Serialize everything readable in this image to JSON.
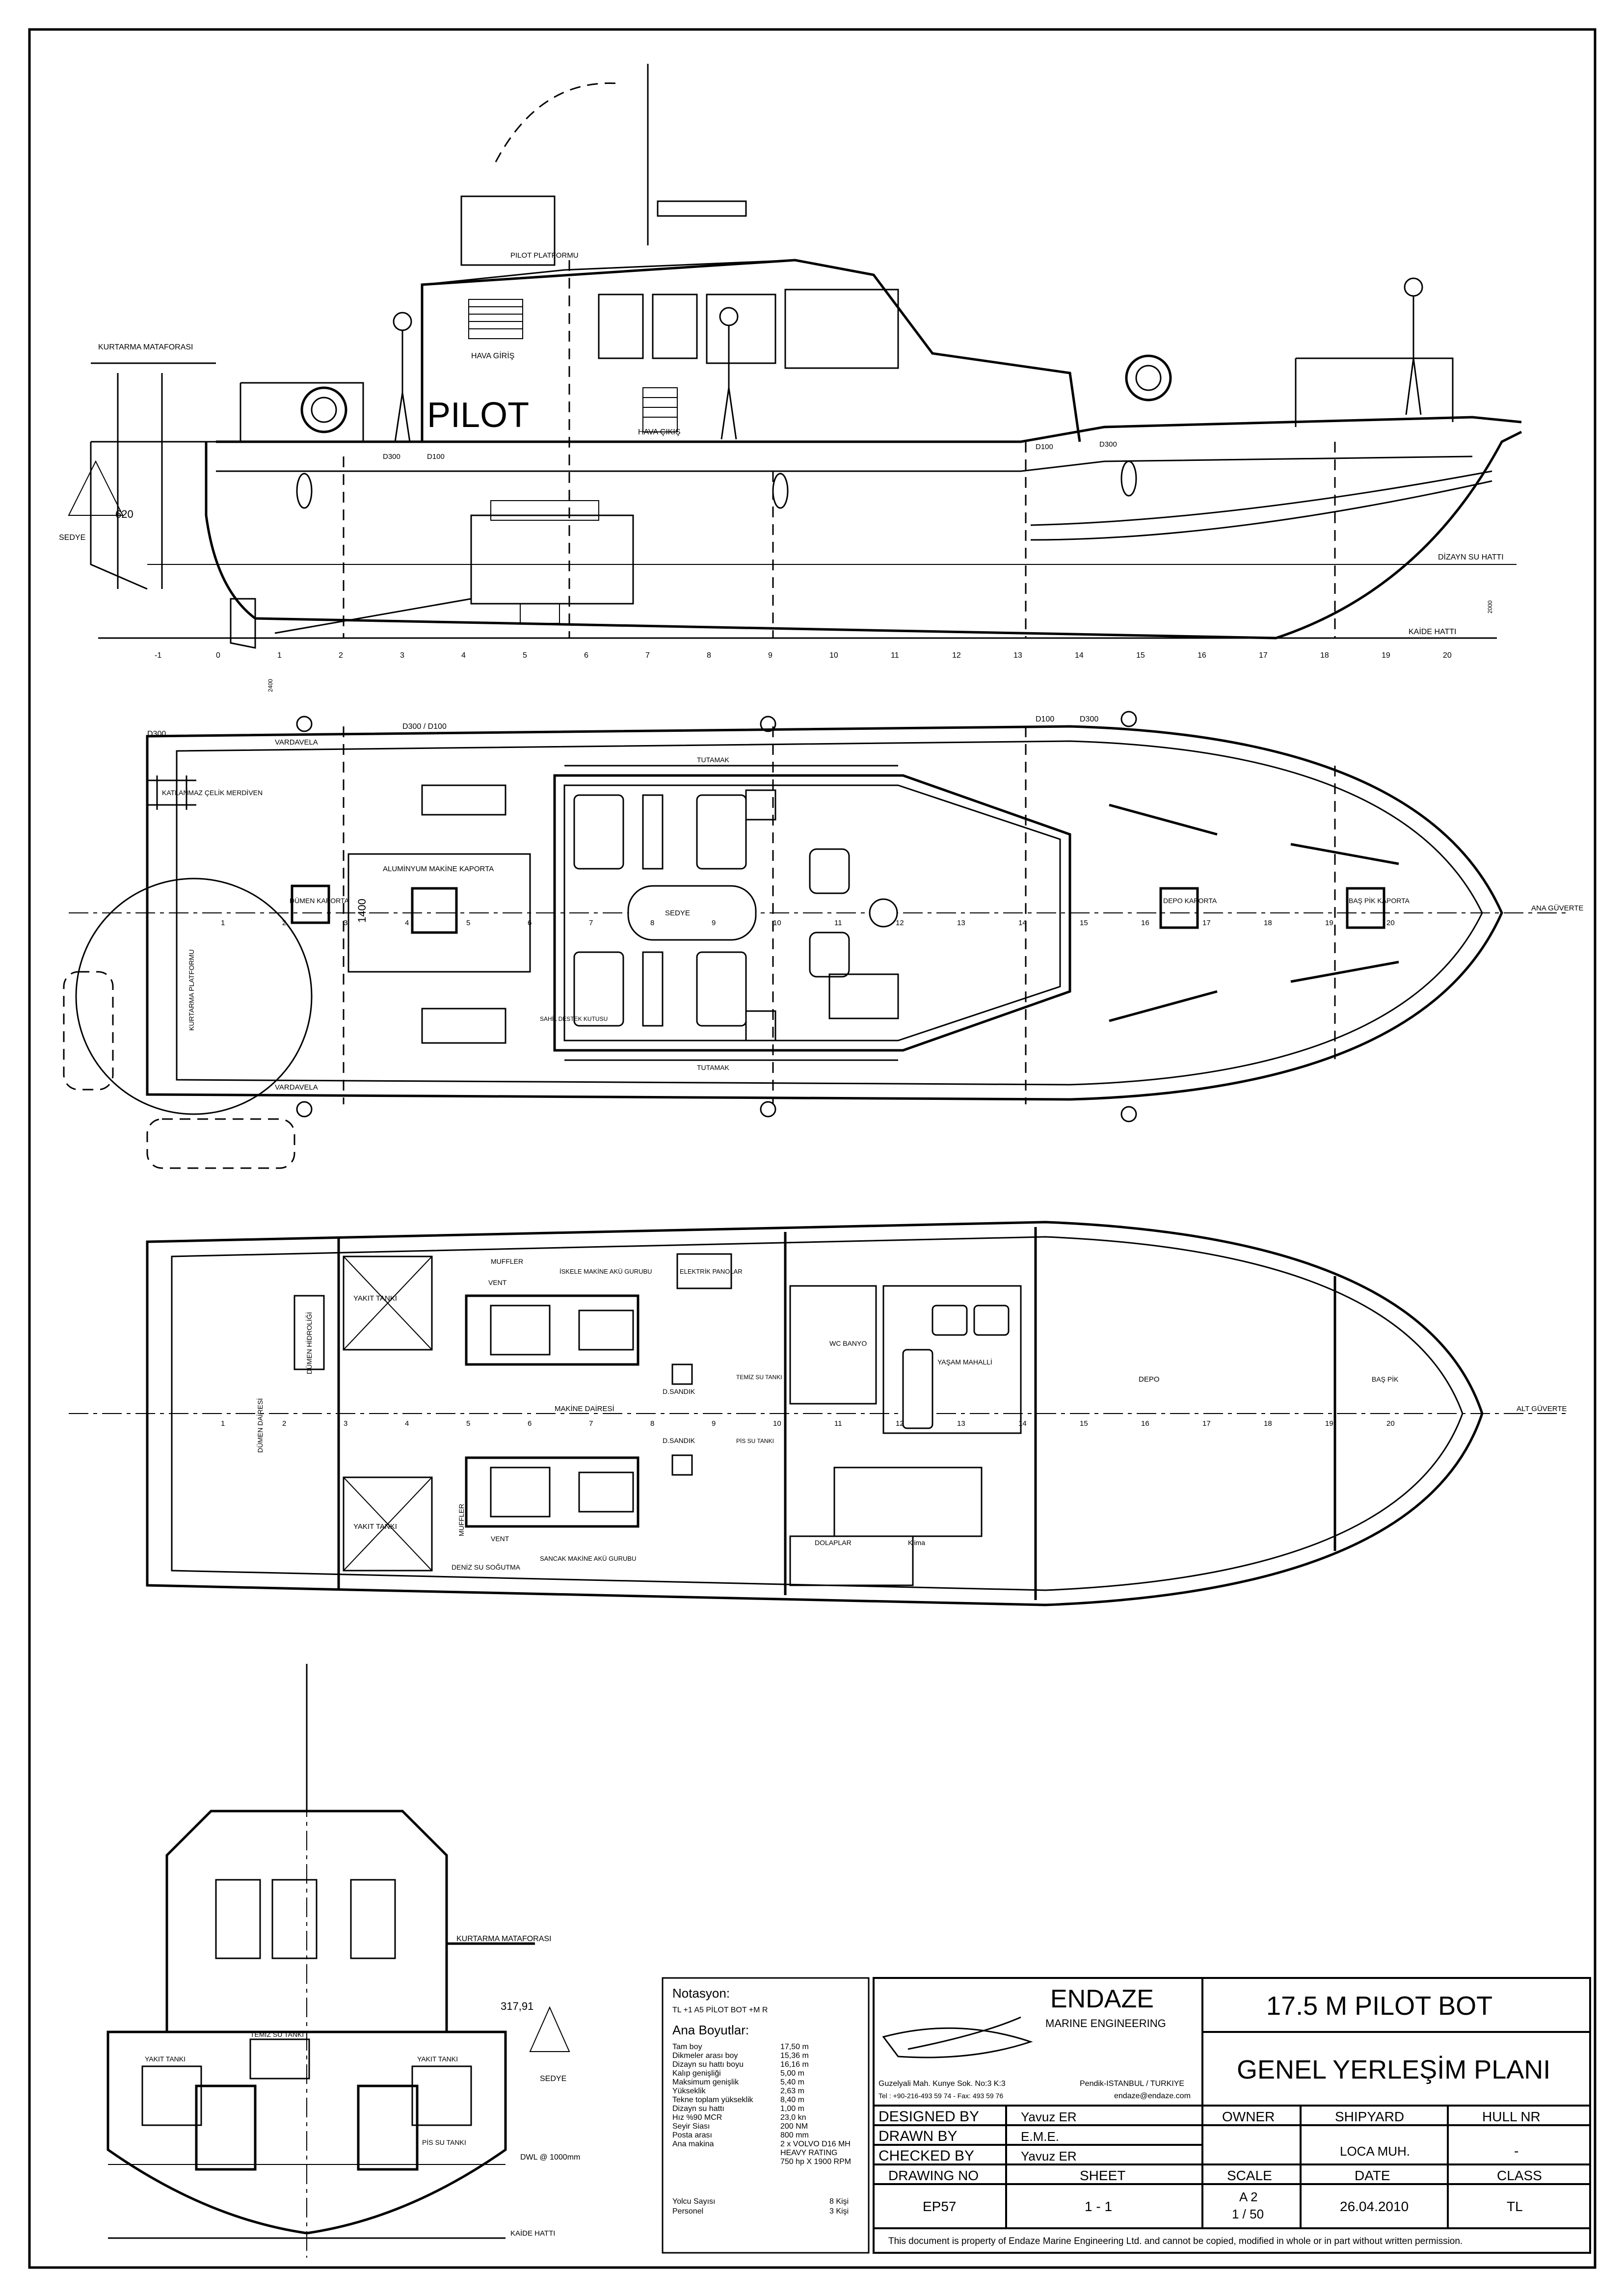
{
  "side_view": {
    "pilot_text": "PILOT",
    "labels": {
      "kurtarma_mataforasi": "KURTARMA MATAFORASI",
      "pilot_platformu": "PILOT PLATFORMU",
      "hava_giris_1": "HAVA GİRİŞ",
      "hava_cikis": "HAVA ÇIKIŞ",
      "sedye": "SEDYE",
      "dizayn_su_hatti": "DİZAYN SU HATTI",
      "kaide_hatti": "KAİDE HATTI",
      "d300_a": "D300",
      "d100_a": "D100",
      "d100_b": "D100",
      "d300_b": "D300",
      "dim_620": "620",
      "dim_2000": "2000",
      "dim_2400": "2400"
    },
    "frames": [
      "-1",
      "0",
      "1",
      "2",
      "3",
      "4",
      "5",
      "6",
      "7",
      "8",
      "9",
      "10",
      "11",
      "12",
      "13",
      "14",
      "15",
      "16",
      "17",
      "18",
      "19",
      "20"
    ]
  },
  "main_deck": {
    "labels": {
      "d300_a": "D300",
      "d300_d100": "D300 / D100",
      "d100": "D100",
      "d300_b": "D300",
      "vardavela_top": "VARDAVELA",
      "vardavela_bottom": "VARDAVELA",
      "katlanmaz_celik_merdiven": "KATLANMAZ ÇELİK MERDİVEN",
      "dumen_kaporta": "DÜMEN KAPORTA",
      "aluminyum_makine_kaporta": "ALUMİNYUM MAKİNE KAPORTA",
      "dim_1400": "1400",
      "sedye": "SEDYE",
      "tutamak_top": "TUTAMAK",
      "tutamak_bottom": "TUTAMAK",
      "kurtarma_platformu": "KURTARMA PLATFORMU",
      "depo_kaporta": "DEPO KAPORTA",
      "bas_pik_kaporta": "BAŞ PİK KAPORTA",
      "ana_guverte": "ANA GÜVERTE",
      "sahil_destek_kutusu": "SAHİL DESTEK KUTUSU"
    },
    "frames": [
      "1",
      "2",
      "3",
      "4",
      "5",
      "6",
      "7",
      "8",
      "9",
      "10",
      "11",
      "12",
      "13",
      "14",
      "15",
      "16",
      "17",
      "18",
      "19",
      "20"
    ]
  },
  "lower_deck": {
    "labels": {
      "yakit_tanki_1": "YAKIT TANKI",
      "yakit_tanki_2": "YAKIT TANKI",
      "dumen_hidroligi": "DÜMEN HİDROLİĞİ",
      "dumen_dairesi": "DÜMEN DAİRESİ",
      "makine_dairesi": "MAKİNE DAİRESİ",
      "muffler_1": "MUFFLER",
      "muffler_2": "MUFFLER",
      "vent_1": "VENT",
      "vent_2": "VENT",
      "iskele_makine_aku": "İSKELE MAKİNE AKÜ GURUBU",
      "sancak_makine_aku": "SANCAK MAKİNE AKÜ GURUBU",
      "elektrik_panolar": "ELEKTRİK PANOLAR",
      "d_sandik_1": "D.SANDIK",
      "d_sandik_2": "D.SANDIK",
      "temiz_su_tanki": "TEMİZ SU TANKI",
      "pis_su_tanki": "PİS SU TANKI",
      "deniz_su_sogutma": "DENİZ SU SOĞUTMA",
      "wc_banyo": "WC BANYO",
      "yasam_mahalli": "YAŞAM MAHALLİ",
      "dolaplar": "DOLAPLAR",
      "klima": "Klima",
      "depo": "DEPO",
      "bas_pik": "BAŞ PİK",
      "alt_guverte": "ALT GÜVERTE"
    },
    "frames": [
      "1",
      "2",
      "3",
      "4",
      "5",
      "6",
      "7",
      "8",
      "9",
      "10",
      "11",
      "12",
      "13",
      "14",
      "15",
      "16",
      "17",
      "18",
      "19",
      "20"
    ]
  },
  "section_view": {
    "labels": {
      "kurtarma_mataforasi": "KURTARMA MATAFORASI",
      "dim_317": "317,91",
      "sedye": "SEDYE",
      "yakit_tanki_1": "YAKIT TANKI",
      "yakit_tanki_2": "YAKIT TANKI",
      "temiz_su_tanki": "TEMİZ SU TANKI",
      "pis_su_tanki": "PİS SU TANKI",
      "dwl": "DWL @ 1000mm",
      "kaide_hatti": "KAİDE HATTI"
    }
  },
  "notes": {
    "notasyon_title": "Notasyon:",
    "notasyon_value": "TL  +1 A5 PİLOT BOT +M R",
    "ana_boyutlar_title": "Ana Boyutlar:",
    "rows": [
      {
        "label": "Tam boy",
        "value": "17,50 m"
      },
      {
        "label": "Dikmeler arası boy",
        "value": "15,36 m"
      },
      {
        "label": "Dizayn su hattı boyu",
        "value": "16,16 m"
      },
      {
        "label": "Kalıp genişliği",
        "value": "5,00 m"
      },
      {
        "label": "Maksimum genişlik",
        "value": "5,40 m"
      },
      {
        "label": "Yükseklik",
        "value": "2,63 m"
      },
      {
        "label": "Tekne toplam yükseklik",
        "value": "8,40 m"
      },
      {
        "label": "Dizayn su hattı",
        "value": "1,00 m"
      },
      {
        "label": "Hız %90 MCR",
        "value": "23,0 kn"
      },
      {
        "label": "Seyir Siası",
        "value": "200 NM"
      },
      {
        "label": "Posta arası",
        "value": "800 mm"
      },
      {
        "label": "Ana makina",
        "value": "2 x VOLVO D16 MH"
      },
      {
        "label": "",
        "value": "HEAVY RATING"
      },
      {
        "label": "",
        "value": "750 hp X 1900 RPM"
      }
    ],
    "extra_rows": [
      {
        "label": "Yolcu Sayısı",
        "value": "8 Kişi"
      },
      {
        "label": "Personel",
        "value": "3 Kişi"
      }
    ]
  },
  "title_block": {
    "company": "ENDAZE",
    "company_sub": "MARINE ENGINEERING",
    "address_1": "Guzelyali Mah. Kunye Sok. No:3 K:3",
    "address_city": "Pendik-ISTANBUL / TURKIYE",
    "address_2": "Tel : +90-216-493 59 74 - Fax: 493 59 76",
    "email": "endaze@endaze.com",
    "project_title": "17.5 M PILOT BOT",
    "drawing_title": "GENEL YERLEŞİM PLANI",
    "designed_by_label": "DESIGNED BY",
    "designed_by": "Yavuz ER",
    "drawn_by_label": "DRAWN BY",
    "drawn_by": "E.M.E.",
    "checked_by_label": "CHECKED BY",
    "checked_by": "Yavuz ER",
    "owner_label": "OWNER",
    "owner": "",
    "shipyard_label": "SHIPYARD",
    "shipyard": "LOCA MUH.",
    "hull_nr_label": "HULL NR",
    "hull_nr": "-",
    "drawing_no_label": "DRAWING NO",
    "drawing_no": "EP57",
    "sheet_label": "SHEET",
    "sheet": "1 - 1",
    "scale_label": "SCALE",
    "scale_1": "A 2",
    "scale_2": "1 / 50",
    "date_label": "DATE",
    "date": "26.04.2010",
    "class_label": "CLASS",
    "class": "TL",
    "disclaimer": "This document is property of  Endaze Marine Engineering Ltd. and cannot be copied, modified in whole or in part without written permission."
  }
}
